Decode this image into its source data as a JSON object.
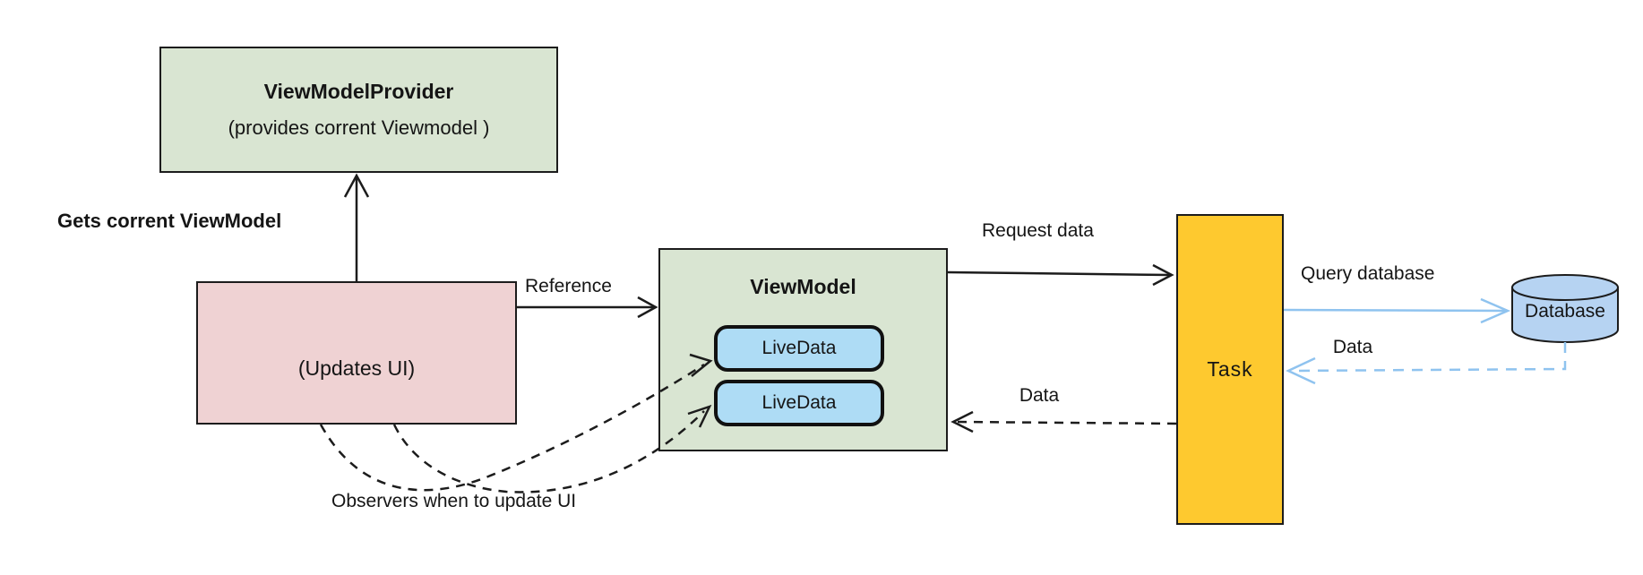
{
  "nodes": {
    "provider": {
      "title": "ViewModelProvider",
      "subtitle": "(provides corrent Viewmodel )"
    },
    "activity": {
      "label": "(Updates UI)"
    },
    "viewmodel": {
      "title": "ViewModel",
      "livedata": [
        "LiveData",
        "LiveData"
      ]
    },
    "task": {
      "label": "Task"
    },
    "database": {
      "label": "Database"
    }
  },
  "labels": {
    "gets_viewmodel": "Gets corrent ViewModel",
    "reference": "Reference",
    "request_data": "Request data",
    "data_to_viewmodel": "Data",
    "query_database": "Query database",
    "data_from_database": "Data",
    "observers": "Observers when to update UI"
  },
  "colors": {
    "node_green": "#d9e5d2",
    "node_pink": "#efd2d3",
    "node_amber": "#fec92f",
    "livedata_blue": "#aedcf5",
    "database_blue": "#b6d3f2",
    "arrow_black": "#1c1c1c",
    "arrow_blue": "#8fc3ef"
  }
}
